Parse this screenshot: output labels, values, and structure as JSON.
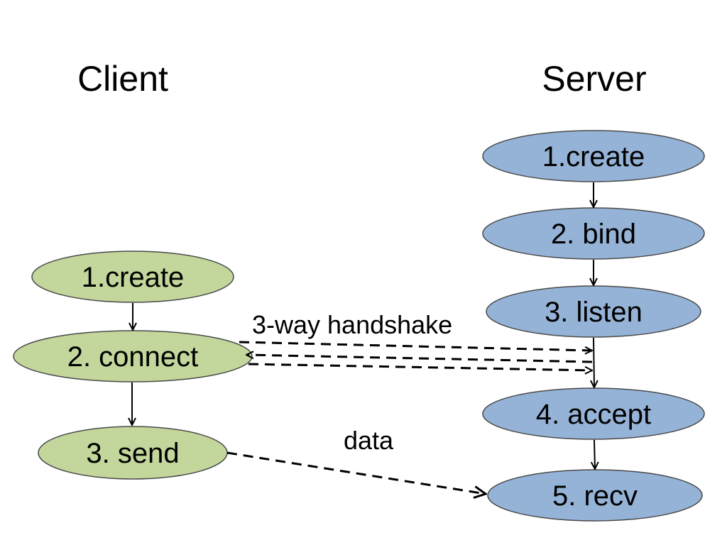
{
  "headers": {
    "client": "Client",
    "server": "Server"
  },
  "client": {
    "fill": "#c3d69b",
    "stroke": "#4a4a4a",
    "nodes": [
      "1.create",
      "2. connect",
      "3. send"
    ]
  },
  "server": {
    "fill": "#95b3d7",
    "stroke": "#4a4a4a",
    "nodes": [
      "1.create",
      "2. bind",
      "3. listen",
      "4. accept",
      "5. recv"
    ]
  },
  "edges": {
    "handshake": "3-way handshake",
    "data": "data"
  }
}
